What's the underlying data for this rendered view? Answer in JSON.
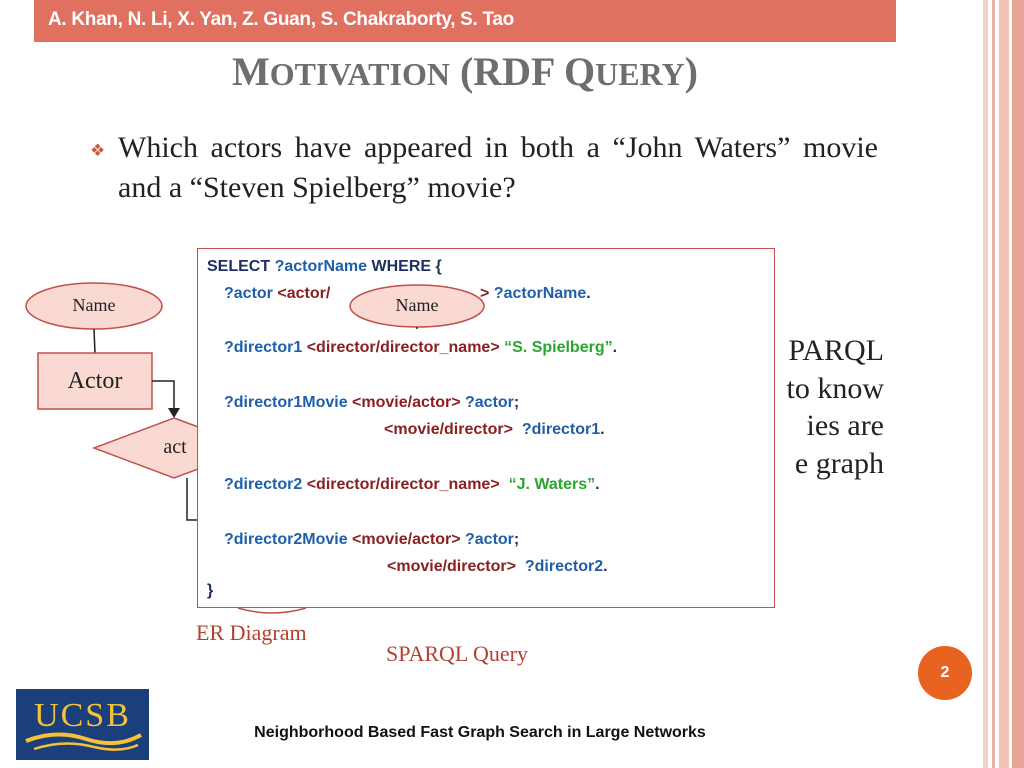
{
  "header": {
    "authors": "A. Khan, N. Li, X. Yan, Z. Guan, S. Chakraborty, S. Tao"
  },
  "title": {
    "first_letter": "M",
    "rest": "OTIVATION",
    "middle": " (RDF ",
    "q_letter": "Q",
    "q_rest": "UERY",
    "end": ")"
  },
  "bullet": {
    "icon": "diamond-bullet-icon",
    "text": "Which actors have appeared in both a “John Waters” movie and a “Steven Spielberg” movie?"
  },
  "partial_text": {
    "line1": "PARQL",
    "line2": "to know",
    "line3": "ies are",
    "line4": "e graph"
  },
  "er_diagram": {
    "name_left": "Name",
    "name_right": "Name",
    "actor": "Actor",
    "act": "act",
    "caption": "ER Diagram"
  },
  "sparql": {
    "caption": "SPARQL Query",
    "l1_kw1": "SELECT",
    "l1_var": "?actorName",
    "l1_kw2": "WHERE {",
    "l2_var": "?actor",
    "l2_pred": "<actor/",
    "l2_pred_tail": ">",
    "l2_obj": "?actorName",
    "l2_end": ".",
    "l3_var": "?director1",
    "l3_pred": "<director/director_name>",
    "l3_lit": "“S. Spielberg”",
    "l3_end": ".",
    "l4_var": "?director1Movie",
    "l4_pred": "<movie/actor>",
    "l4_obj": "?actor",
    "l4_end": ";",
    "l5_pred": "<movie/director>",
    "l5_obj": "?director1",
    "l5_end": ".",
    "l6_var": "?director2",
    "l6_pred": "<director/director_name>",
    "l6_lit": "“J. Waters”",
    "l6_end": ".",
    "l7_var": "?director2Movie",
    "l7_pred": "<movie/actor>",
    "l7_obj": "?actor",
    "l7_end": ";",
    "l8_pred": "<movie/director>",
    "l8_obj": "?director2",
    "l8_end": ".",
    "l9": "}"
  },
  "page_number": "2",
  "logo": "UCSB",
  "footer": "Neighborhood Based Fast Graph Search in Large Networks",
  "colors": {
    "accent": "#e07060",
    "page_badge": "#e8631f",
    "logo_bg": "#1b3f7a",
    "logo_text": "#f4c23a"
  }
}
